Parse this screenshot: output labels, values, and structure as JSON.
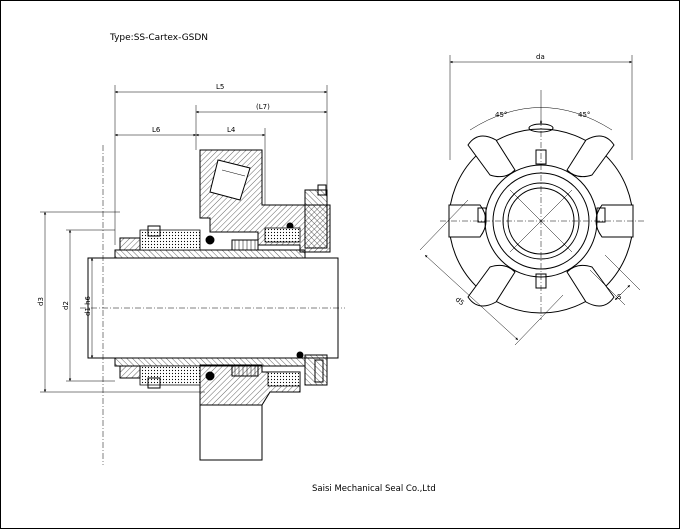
{
  "diagram": {
    "type_label": "Type:SS-Cartex-GSDN",
    "company": "Saisi Mechanical Seal Co.,Ltd",
    "dimensions": {
      "L5": "L5",
      "L7": "(L7)",
      "L6": "L6",
      "L4": "L4",
      "d3": "d3",
      "d2": "d2",
      "d1": "d1 h6",
      "da": "da",
      "angle_left": "45°",
      "angle_right": "45°",
      "d5": "d5",
      "s": "S"
    }
  }
}
